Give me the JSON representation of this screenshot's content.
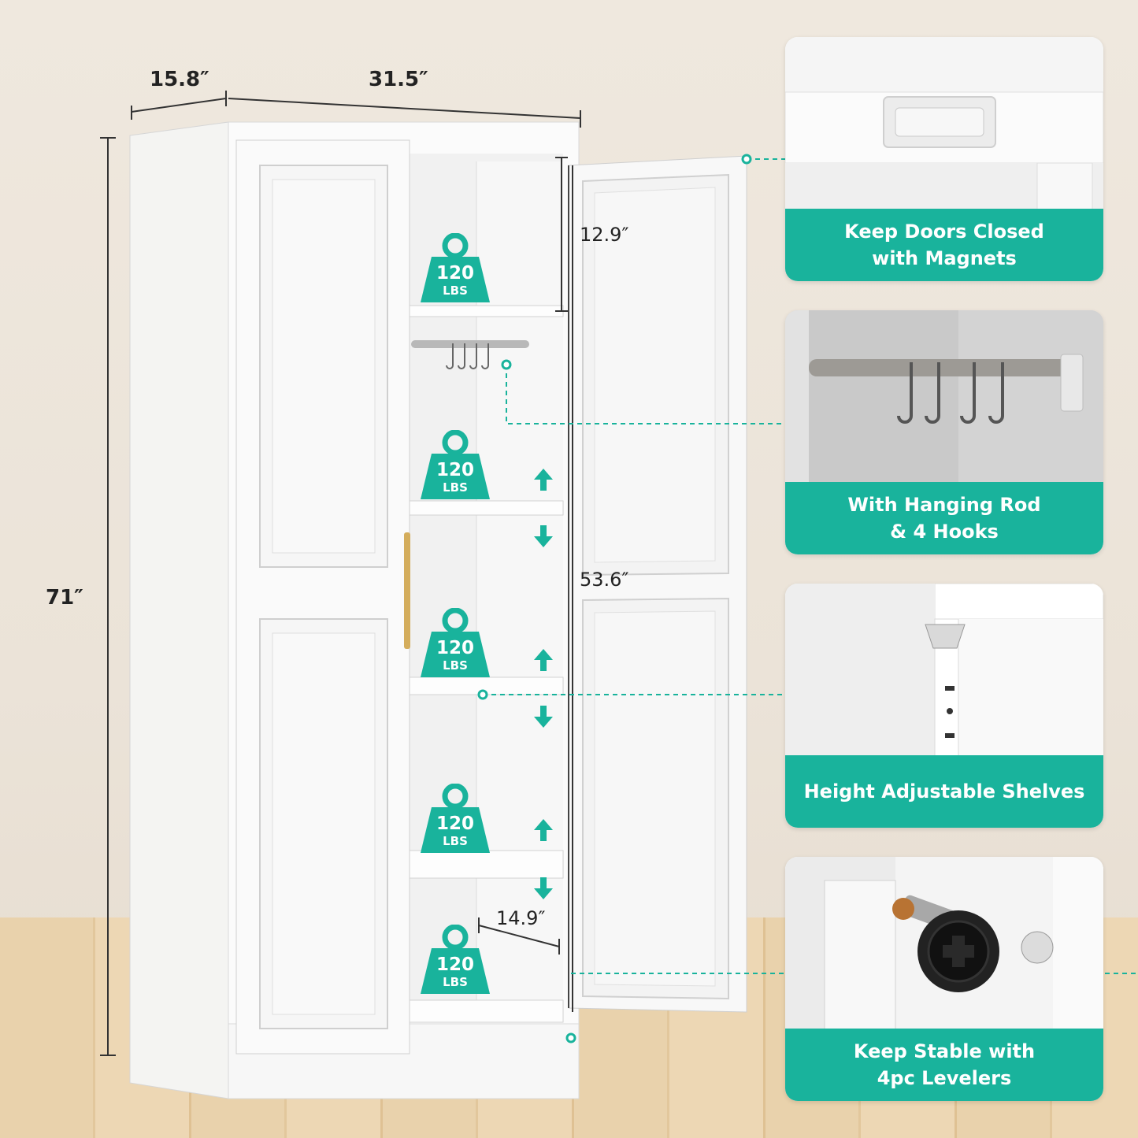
{
  "dimensions": {
    "depth": "15.8″",
    "width": "31.5″",
    "height": "71″",
    "top_compartment": "12.9″",
    "door_height": "53.6″",
    "inner_depth": "14.9″"
  },
  "shelf_load": {
    "value": "120",
    "unit": "LBS",
    "count": 5
  },
  "features": [
    {
      "label": "Keep Doors Closed\nwith Magnets",
      "photo": "magnet-catch"
    },
    {
      "label": "With Hanging Rod\n& 4 Hooks",
      "photo": "hanging-rod"
    },
    {
      "label": "Height Adjustable Shelves",
      "photo": "shelf-bracket"
    },
    {
      "label": "Keep Stable with\n4pc Levelers",
      "photo": "leveler"
    }
  ],
  "colors": {
    "accent": "#19b39c",
    "cabinet": "#ffffff",
    "handle": "#d4ad5c"
  }
}
